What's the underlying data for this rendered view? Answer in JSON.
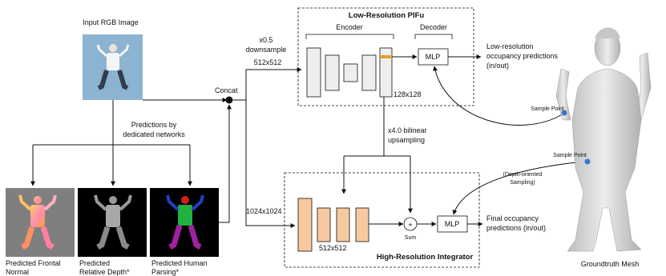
{
  "input": {
    "title": "Input RGB Image"
  },
  "predictions": {
    "caption_line1": "Predictions by",
    "caption_line2": "dedicated networks",
    "normal_line1": "Predicted Frontal",
    "normal_line2": "Normal",
    "depth_line1": "Predicted",
    "depth_line2": "Relative Depth*",
    "parsing_line1": "Predicted Human",
    "parsing_line2": "Parsing*"
  },
  "concat": {
    "label": "Concat"
  },
  "downsample": {
    "scale": "x0.5",
    "word": "downsample",
    "res": "512x512"
  },
  "highres_input": {
    "res": "1024x1024"
  },
  "low_res_pifu": {
    "title": "Low-Resolution PIFu",
    "encoder": "Encoder",
    "decoder": "Decoder",
    "mlp": "MLP",
    "feature_res": "128x128",
    "output_line1": "Low-resolution",
    "output_line2": "occupancy predictions",
    "output_line3": "(in/out)"
  },
  "upsampling": {
    "line1": "x4.0 bilinear",
    "line2": "upsampling"
  },
  "high_res_integrator": {
    "title": "High-Resolution Integrator",
    "feature_res": "512x512",
    "sum_symbol": "+",
    "sum_label": "Sum",
    "mlp": "MLP",
    "output_line1": "Final occupancy",
    "output_line2": "predictions (in/out)"
  },
  "sampling": {
    "point_label_top": "Sample Point",
    "point_label_bottom": "Sample Point",
    "depth_line1": "(Depth-oriented",
    "depth_line2": "Sampling)"
  },
  "mesh": {
    "caption": "Groundtruth Mesh"
  },
  "colors": {
    "input_bg": "#8cb4d2",
    "encoder_block": "#eeeeee",
    "integrator_block": "#f7c9a0",
    "feature_stripe": "#e0a030",
    "sample_point": "#3b78c8",
    "mesh_fill": "#d0d0d0"
  }
}
